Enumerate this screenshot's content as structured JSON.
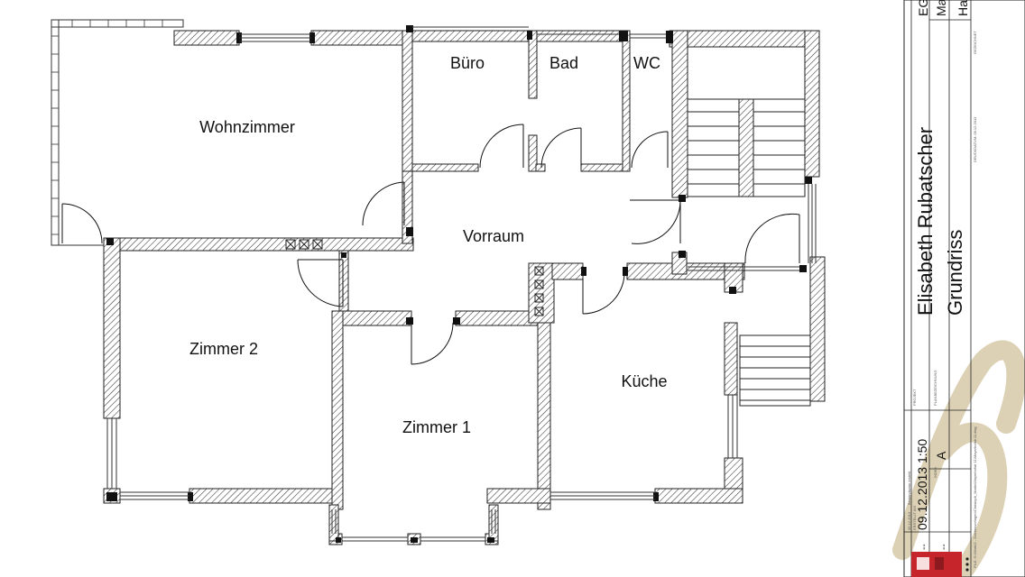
{
  "floorplan": {
    "rooms": {
      "wohnzimmer": "Wohnzimmer",
      "buero": "Büro",
      "bad": "Bad",
      "wc": "WC",
      "vorraum": "Vorraum",
      "zimmer2": "Zimmer 2",
      "zimmer1": "Zimmer 1",
      "kueche": "Küche"
    }
  },
  "title_block": {
    "project_owner": "Elisabeth Rubatscher",
    "drawing_title": "Grundriss",
    "date": "09.12.2013 1:50",
    "revision": "A",
    "dash1": "--",
    "dash2": "--",
    "floor_code": "EG",
    "scale_hint": "Ma",
    "ha": "Ha",
    "file_path": "FILE: G:\\Work\\2 - Zeichenvorlagen\\Christoph_Martin\\Mayerhofstr 11\\Mayerhofstr.11.dwg",
    "status": "Bestandsplan erstellt",
    "small_date": "05.12.2013",
    "project_label": "PROJEKT",
    "plan_label": "PLANBEZEICHNUNG",
    "index_label": "INDEX",
    "drawn_label": "GEZEICHNET",
    "created_label": "ERSTELLT AM",
    "print_date": "DRUCKDATUM: 09.12.2013"
  },
  "colors": {
    "wall": "#444444",
    "logo_red": "#c6252b",
    "watermark": "#dcd1b4"
  }
}
